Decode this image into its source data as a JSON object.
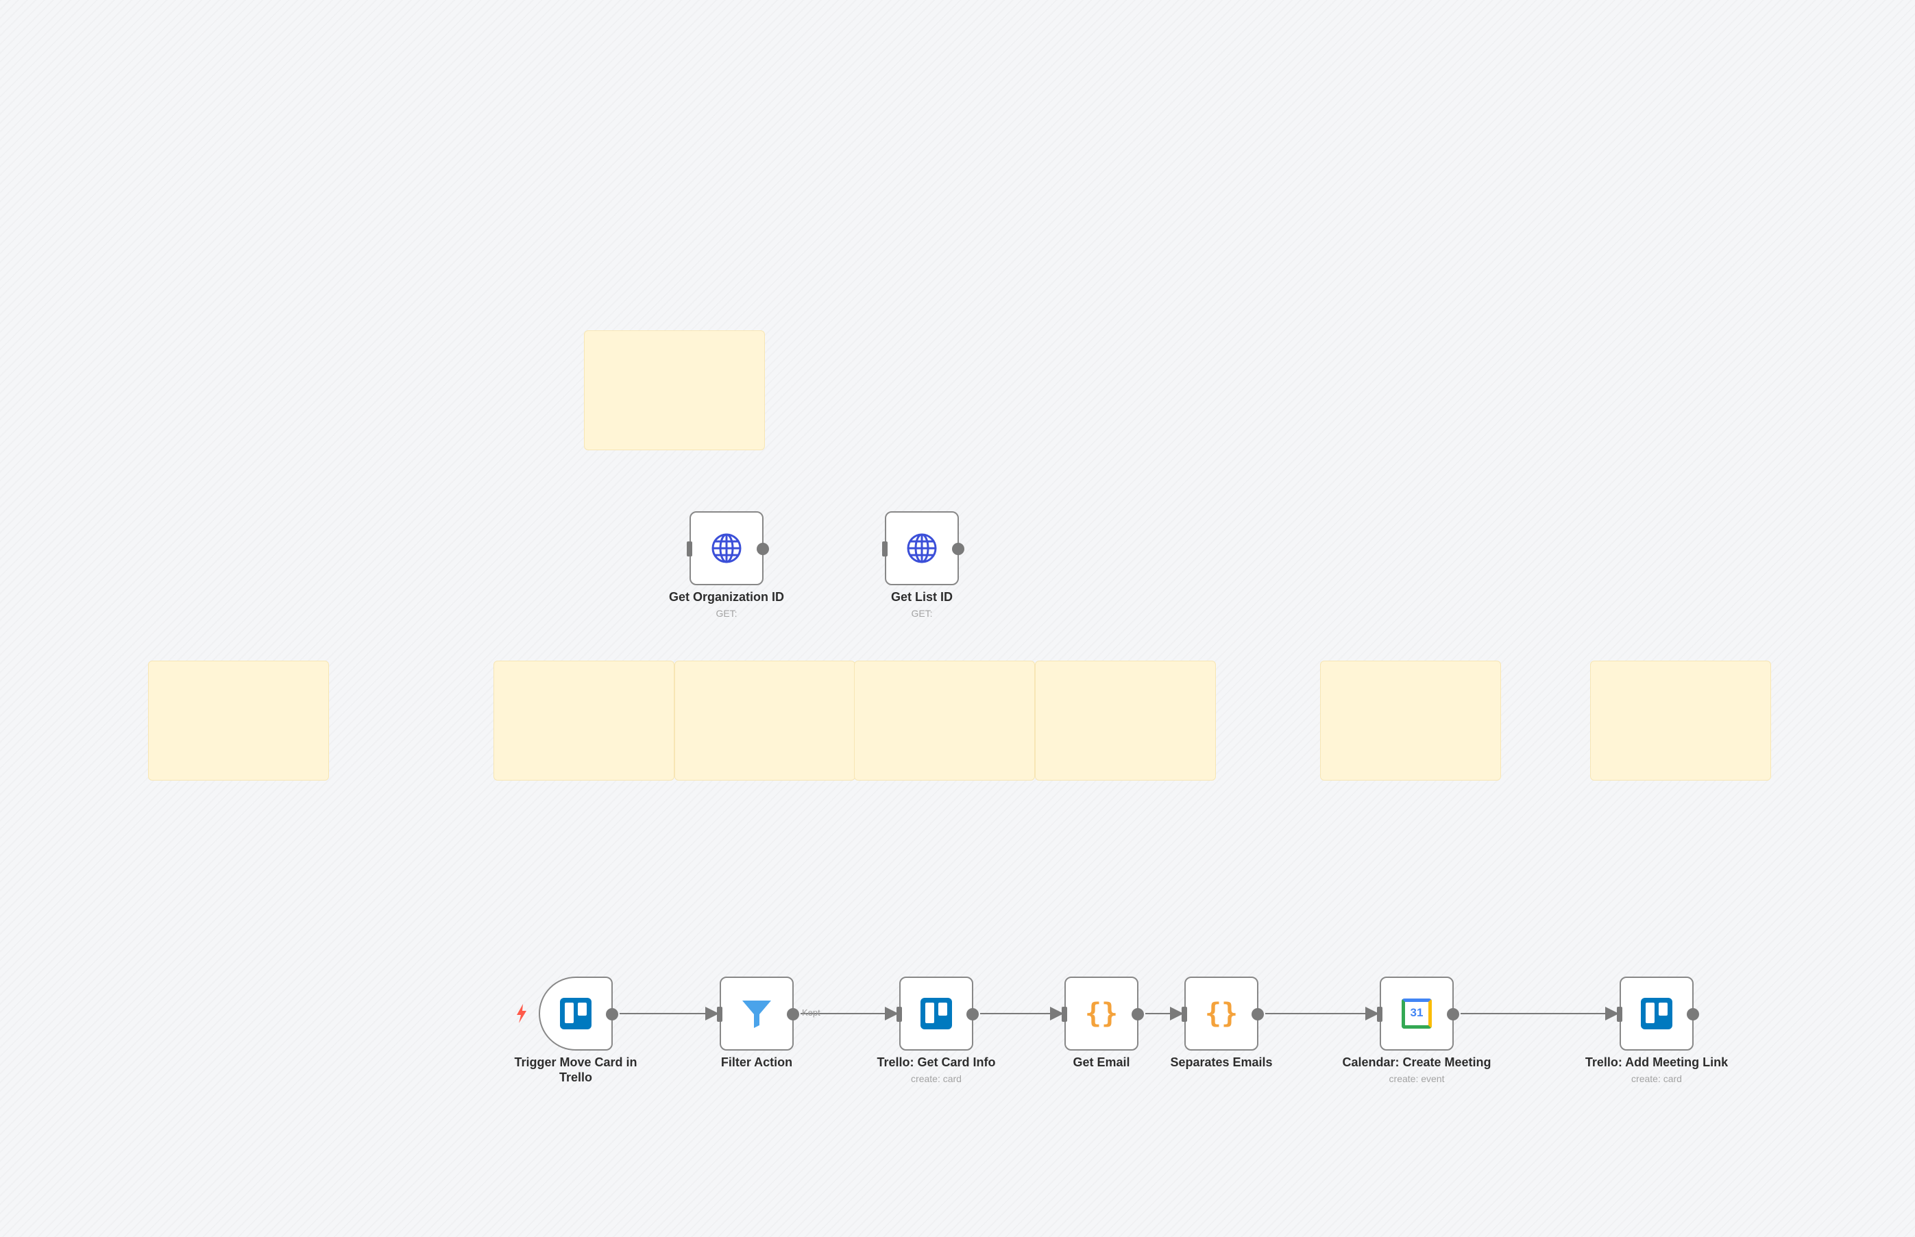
{
  "colors": {
    "canvas": "#f5f6f8",
    "sticky_note": "#fff5d6",
    "node_border": "#888888",
    "connection": "#7a7a7a",
    "trello": "#0079bf",
    "filter": "#4aa3ea",
    "code": "#f4a23b",
    "http": "#3b4fd8",
    "trigger_bolt": "#ff5a4a"
  },
  "nodes": {
    "get_org": {
      "label": "Get Organization ID",
      "sub": "GET:",
      "icon": "globe-icon"
    },
    "get_list": {
      "label": "Get List ID",
      "sub": "GET:",
      "icon": "globe-icon"
    },
    "trigger": {
      "label": "Trigger Move Card in Trello",
      "icon": "trello-icon"
    },
    "filter": {
      "label": "Filter Action",
      "icon": "filter-icon",
      "output_label": "Kept"
    },
    "get_card": {
      "label": "Trello: Get Card Info",
      "sub": "create: card",
      "icon": "trello-icon"
    },
    "get_email": {
      "label": "Get Email",
      "icon": "code-braces-icon",
      "glyph": "{}"
    },
    "separate": {
      "label": "Separates Emails",
      "icon": "code-braces-icon",
      "glyph": "{}"
    },
    "calendar": {
      "label": "Calendar: Create Meeting",
      "sub": "create: event",
      "icon": "google-calendar-icon",
      "glyph": "31"
    },
    "add_link": {
      "label": "Trello: Add Meeting Link",
      "sub": "create: card",
      "icon": "trello-icon"
    }
  }
}
